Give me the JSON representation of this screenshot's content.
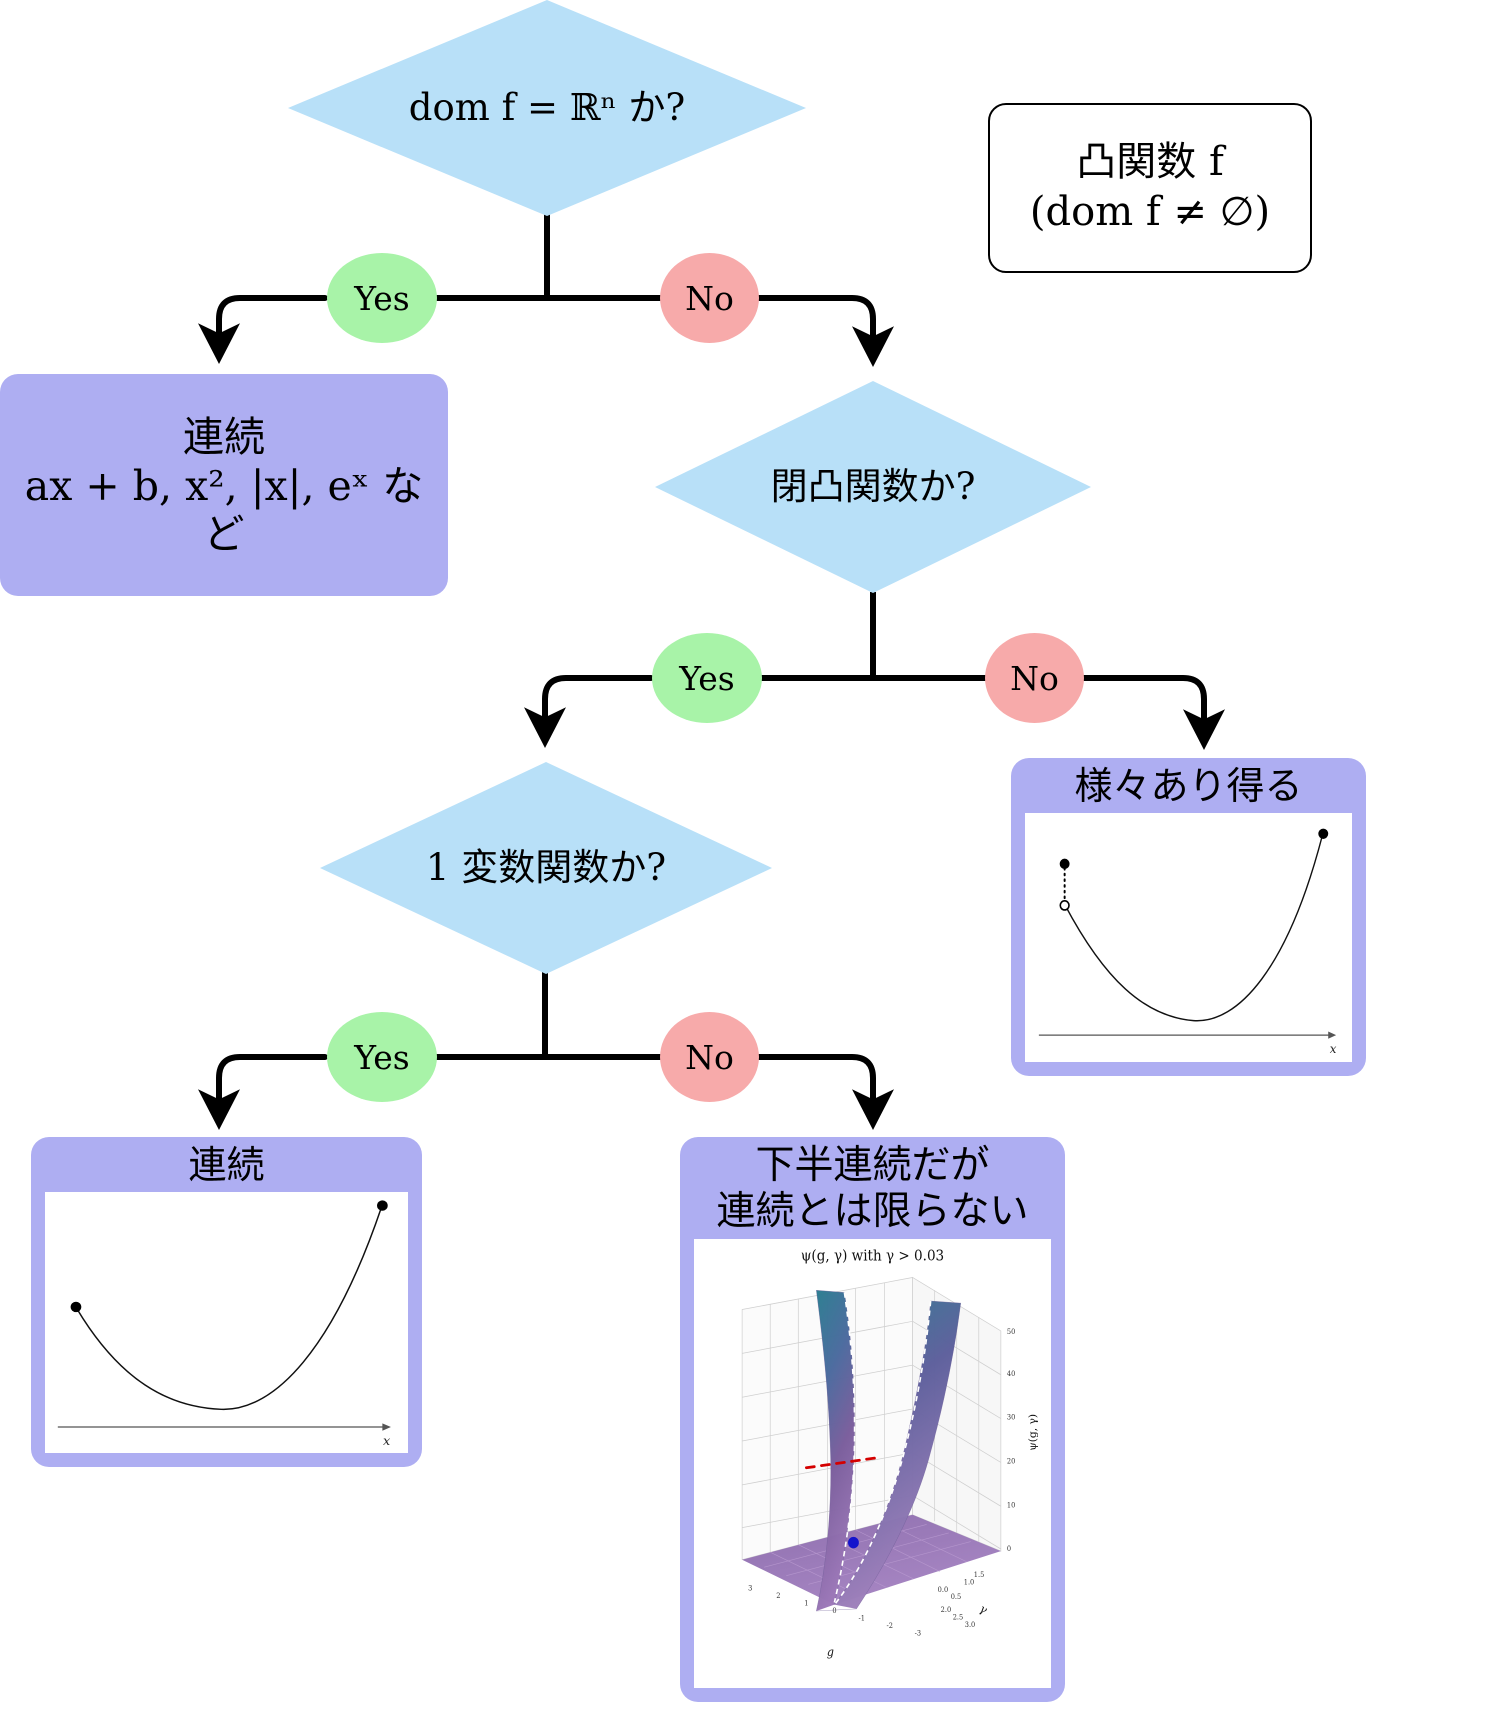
{
  "colors": {
    "diamond_fill": "#b8e0f8",
    "result_fill": "#aeaef2",
    "yes_fill": "#a8f3a8",
    "no_fill": "#f7aaaa",
    "line": "#000000",
    "page_bg": "#ffffff"
  },
  "legend": {
    "line1": "凸関数 f",
    "line2": "(dom f ≠ ∅)"
  },
  "decisions": [
    {
      "id": "d1",
      "label": "dom f = ℝⁿ か?"
    },
    {
      "id": "d2",
      "label": "閉凸関数か?"
    },
    {
      "id": "d3",
      "label": "1 変数関数か?"
    }
  ],
  "edge_labels": {
    "yes": "Yes",
    "no": "No"
  },
  "results": [
    {
      "id": "r1",
      "title": "連続\nax + b, x², |x|, eˣ など",
      "has_plot": false
    },
    {
      "id": "r2",
      "title": "様々あり得る",
      "has_plot": true,
      "plot": {
        "type": "line",
        "xlabel": "x",
        "note": "convex curve with a jump discontinuity at the left endpoint: closed dot above, open circle below connected by a dotted vertical segment; closed dot at the upper right endpoint",
        "points": [
          {
            "x": 0.1,
            "y": 0.3,
            "marker": "filled"
          },
          {
            "x": 0.1,
            "y": 0.48,
            "marker": "open"
          },
          {
            "x": 0.97,
            "y": 0.05,
            "marker": "filled"
          }
        ]
      }
    },
    {
      "id": "r3",
      "title": "連続",
      "has_plot": true,
      "plot": {
        "type": "line",
        "xlabel": "x",
        "note": "continuous convex curve with closed dots at both endpoints",
        "points": [
          {
            "x": 0.08,
            "y": 0.44,
            "marker": "filled"
          },
          {
            "x": 0.95,
            "y": 0.06,
            "marker": "filled"
          }
        ]
      }
    },
    {
      "id": "r4",
      "title": "下半連続だが\n連続とは限らない",
      "has_plot": true,
      "plot": {
        "type": "surface3d",
        "title": "ψ(g, γ) with γ > 0.03",
        "xlabel": "g",
        "ylabel": "γ",
        "zlabel": "ψ(g, γ)",
        "x_ticks": [
          "3",
          "2",
          "1",
          "0",
          "-1",
          "-2",
          "-3"
        ],
        "y_ticks": [
          "0.0",
          "0.5",
          "1.0",
          "1.5",
          "2.0",
          "2.5",
          "3.0"
        ],
        "z_ticks": [
          "0",
          "10",
          "20",
          "30",
          "40",
          "50"
        ],
        "markers": [
          {
            "name": "minimum-point",
            "color": "#0000cc",
            "shape": "dot"
          },
          {
            "name": "dashed-ridge",
            "color": "#cc0000",
            "shape": "dotted-line"
          }
        ],
        "surface_colors": [
          "#2b7a8c",
          "#6a5a9c",
          "#8e5f9e",
          "#a07bbd"
        ]
      }
    }
  ],
  "chart_data": [
    {
      "type": "line",
      "title": "様々あり得る",
      "xlabel": "x",
      "ylabel": "",
      "series": [
        {
          "name": "convex piece",
          "note": "strictly convex U-shape from open endpoint up to right endpoint"
        }
      ],
      "annotations": [
        "filled dot above open circle (jump at left endpoint)",
        "filled dot at right endpoint"
      ]
    },
    {
      "type": "line",
      "title": "連続",
      "xlabel": "x",
      "ylabel": "",
      "series": [
        {
          "name": "convex piece",
          "note": "continuous U-shaped convex curve"
        }
      ],
      "annotations": [
        "filled dot at left endpoint",
        "filled dot at right endpoint"
      ]
    },
    {
      "type": "heatmap",
      "title": "ψ(g, γ) with γ > 0.03",
      "xlabel": "g",
      "ylabel": "γ",
      "zlabel": "ψ(g, γ)",
      "x_ticks": [
        "3",
        "2",
        "1",
        "0",
        "-1",
        "-2",
        "-3"
      ],
      "y_ticks": [
        "0.0",
        "0.5",
        "1.0",
        "1.5",
        "2.0",
        "2.5",
        "3.0"
      ],
      "z_ticks": [
        "0",
        "10",
        "20",
        "30",
        "40",
        "50"
      ],
      "annotations": [
        "blue minimum marker",
        "red dotted ridge line",
        "white dashed boundary curves"
      ]
    }
  ]
}
